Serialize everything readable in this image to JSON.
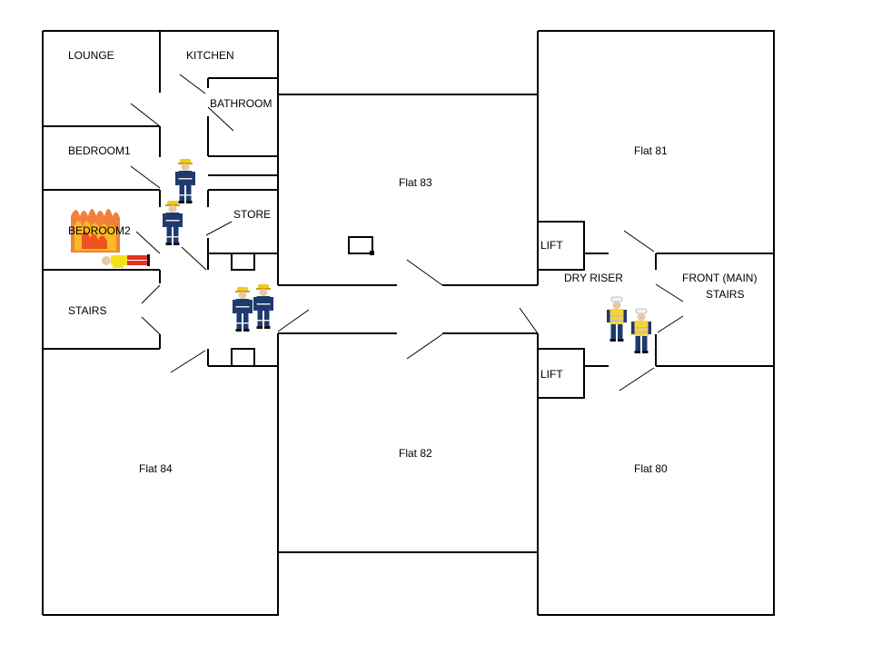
{
  "rooms": {
    "lounge": "LOUNGE",
    "kitchen": "KITCHEN",
    "bathroom": "BATHROOM",
    "bedroom1": "BEDROOM1",
    "bedroom2": "BEDROOM2",
    "store": "STORE",
    "stairs": "STAIRS",
    "flat84": "Flat 84",
    "flat83": "Flat 83",
    "flat82": "Flat 82",
    "flat81": "Flat 81",
    "flat80": "Flat 80",
    "lift_upper": "LIFT",
    "lift_lower": "LIFT",
    "dry_riser": "DRY RISER",
    "front_stairs_line1": "FRONT (MAIN)",
    "front_stairs_line2": "STAIRS"
  },
  "colors": {
    "firefighter_uniform": "#1f3a6e",
    "firefighter_helmet": "#f2c81a",
    "officer_vest": "#f7d33a",
    "casualty_top": "#f5e11a",
    "casualty_legs": "#e8301e",
    "fire": "#f06a17"
  },
  "icons": {
    "firefighter": "firefighter-icon",
    "officer": "officer-icon",
    "casualty": "casualty-icon",
    "fire": "fire-icon"
  }
}
